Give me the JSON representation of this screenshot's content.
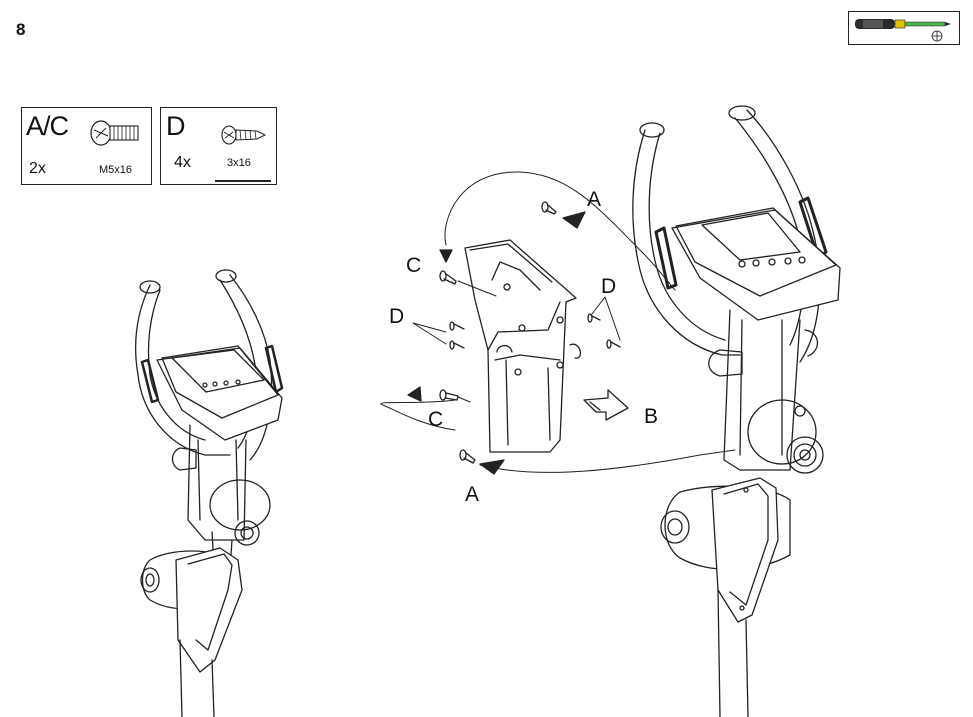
{
  "step_number": "8",
  "tool": {
    "icon": "phillips-screwdriver-icon"
  },
  "parts": [
    {
      "code": "A/C",
      "qty": "2x",
      "size": "M5x16",
      "icon": "machine-screw-icon"
    },
    {
      "code": "D",
      "qty": "4x",
      "size": "3x16",
      "icon": "self-tapping-screw-icon"
    }
  ],
  "callouts": {
    "a_top": "A",
    "a_bottom": "A",
    "c_top": "C",
    "c_bottom": "C",
    "d_left": "D",
    "d_right": "D",
    "b": "B"
  }
}
